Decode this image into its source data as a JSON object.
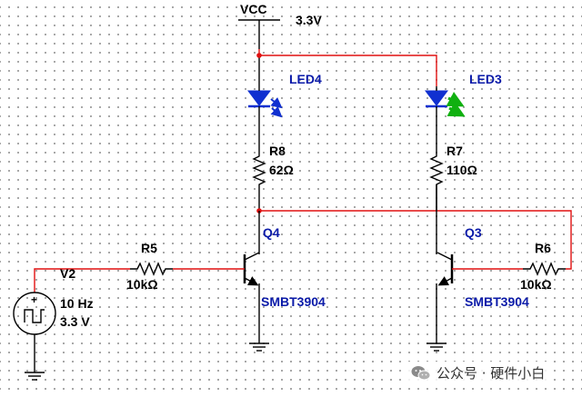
{
  "supply": {
    "net_label": "VCC",
    "voltage": "3.3V"
  },
  "source": {
    "ref": "V2",
    "frequency": "10 Hz",
    "amplitude": "3.3 V"
  },
  "resistors": [
    {
      "ref": "R5",
      "value": "10kΩ"
    },
    {
      "ref": "R6",
      "value": "10kΩ"
    },
    {
      "ref": "R7",
      "value": "110Ω"
    },
    {
      "ref": "R8",
      "value": "62Ω"
    }
  ],
  "leds": [
    {
      "ref": "LED4",
      "color": "#1030d0",
      "state": "off"
    },
    {
      "ref": "LED3",
      "color": "#10b010",
      "state": "on"
    }
  ],
  "transistors": [
    {
      "ref": "Q4",
      "part": "SMBT3904"
    },
    {
      "ref": "Q3",
      "part": "SMBT3904"
    }
  ],
  "colors": {
    "wire": "#e01010",
    "label": "#0a1aa8",
    "led_off_arrow": "#1030d0",
    "led_on_arrow": "#10b010"
  },
  "watermark": {
    "text": "公众号 · 硬件小白",
    "icon": "wechat-icon"
  }
}
